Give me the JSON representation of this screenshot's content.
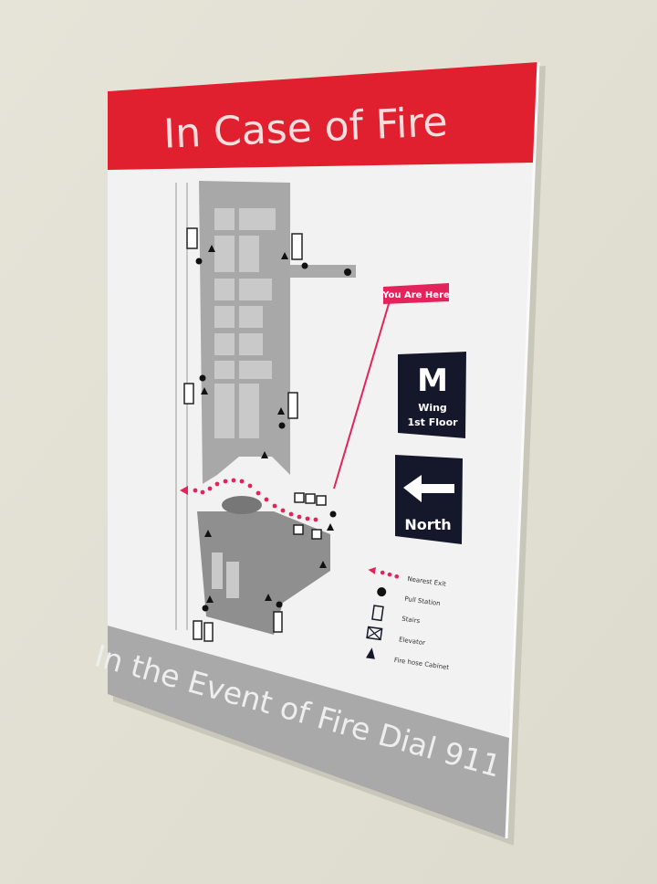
{
  "sign": {
    "title": "In Case of Fire",
    "footer": "In the Event of Fire Dial 911",
    "you_are_here": "You Are Here",
    "wing_letter": "M",
    "wing_label": "Wing",
    "floor_label": "1st Floor",
    "north_label": "North",
    "legend": [
      {
        "icon": "nearest-exit-arrow-icon",
        "label": "Nearest Exit"
      },
      {
        "icon": "pull-station-dot-icon",
        "label": "Pull Station"
      },
      {
        "icon": "stairs-icon",
        "label": "Stairs"
      },
      {
        "icon": "elevator-icon",
        "label": "Elevator"
      },
      {
        "icon": "fire-hose-triangle-icon",
        "label": "Fire hose Cabinet"
      }
    ]
  },
  "colors": {
    "header_red": "#e0202e",
    "footer_gray": "#a9a9a9",
    "map_gray": "#8c8c8c",
    "route_pink": "#e3245c",
    "wall": "#e4e2d6",
    "box_navy": "#15182a"
  }
}
